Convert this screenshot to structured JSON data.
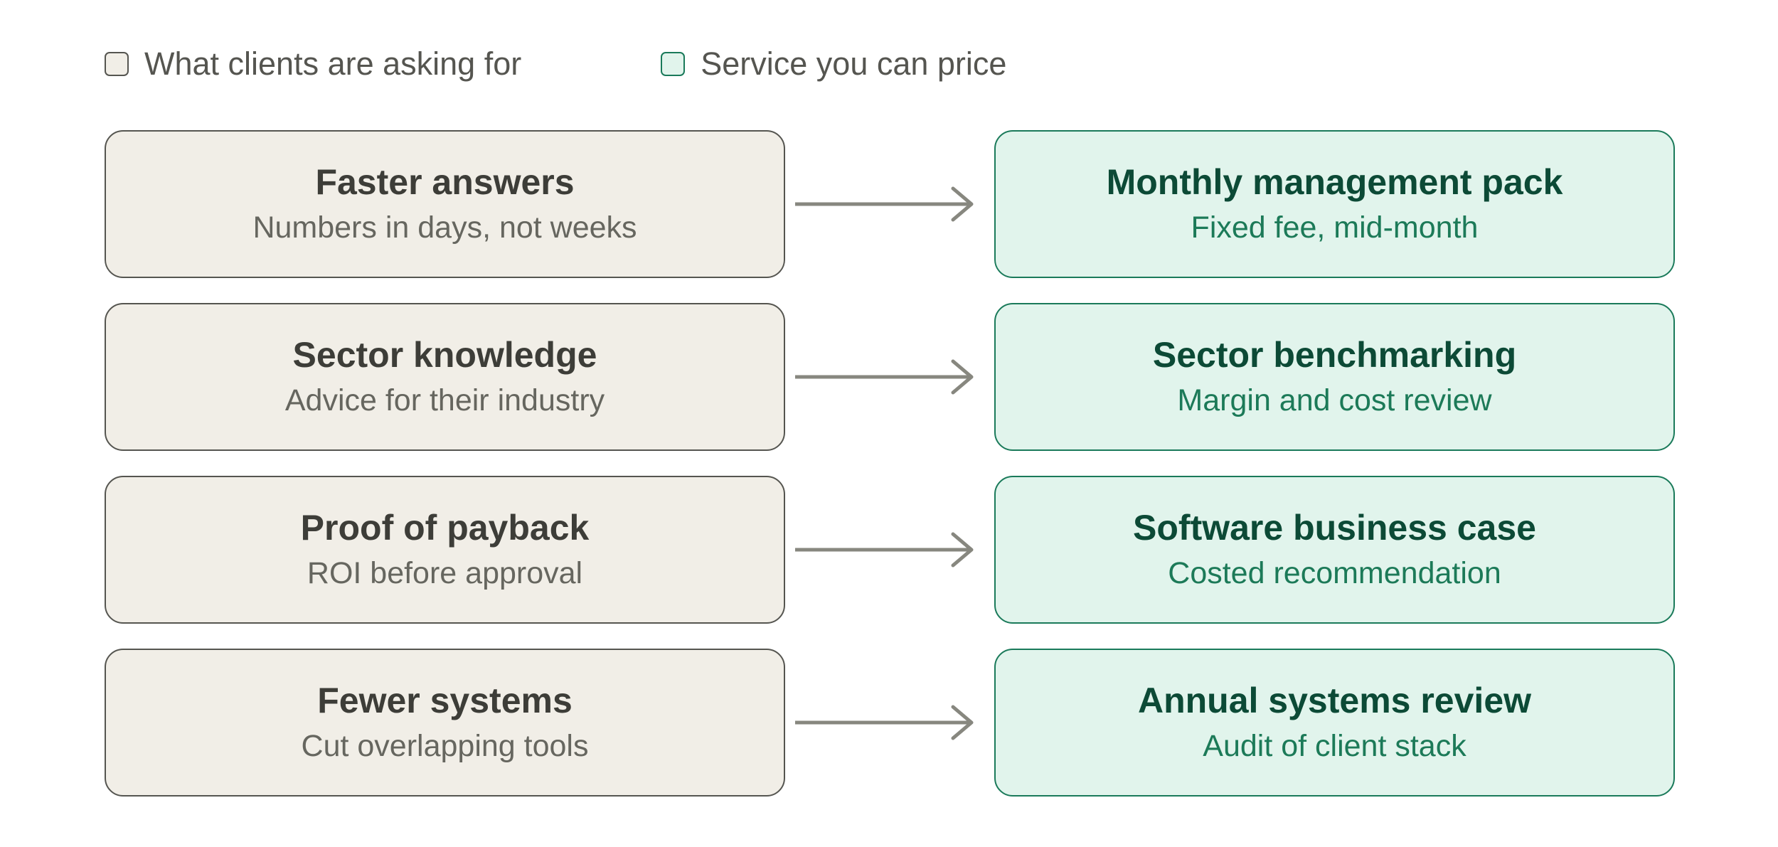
{
  "colors": {
    "need_fill": "#f1eee7",
    "need_border": "#555550",
    "need_title": "#3d3d38",
    "need_sub": "#66665f",
    "service_fill": "#e1f4ec",
    "service_border": "#1a7a5a",
    "service_title": "#0c4a36",
    "service_sub": "#1c7a58",
    "arrow": "#87877f"
  },
  "legend": [
    {
      "label": "What clients are asking for",
      "kind": "need"
    },
    {
      "label": "Service you can price",
      "kind": "service"
    }
  ],
  "rows": [
    {
      "need": {
        "title": "Faster answers",
        "subtitle": "Numbers in days, not weeks"
      },
      "service": {
        "title": "Monthly management pack",
        "subtitle": "Fixed fee, mid-month"
      }
    },
    {
      "need": {
        "title": "Sector knowledge",
        "subtitle": "Advice for their industry"
      },
      "service": {
        "title": "Sector benchmarking",
        "subtitle": "Margin and cost review"
      }
    },
    {
      "need": {
        "title": "Proof of payback",
        "subtitle": "ROI before approval"
      },
      "service": {
        "title": "Software business case",
        "subtitle": "Costed recommendation"
      }
    },
    {
      "need": {
        "title": "Fewer systems",
        "subtitle": "Cut overlapping tools"
      },
      "service": {
        "title": "Annual systems review",
        "subtitle": "Audit of client stack"
      }
    }
  ]
}
